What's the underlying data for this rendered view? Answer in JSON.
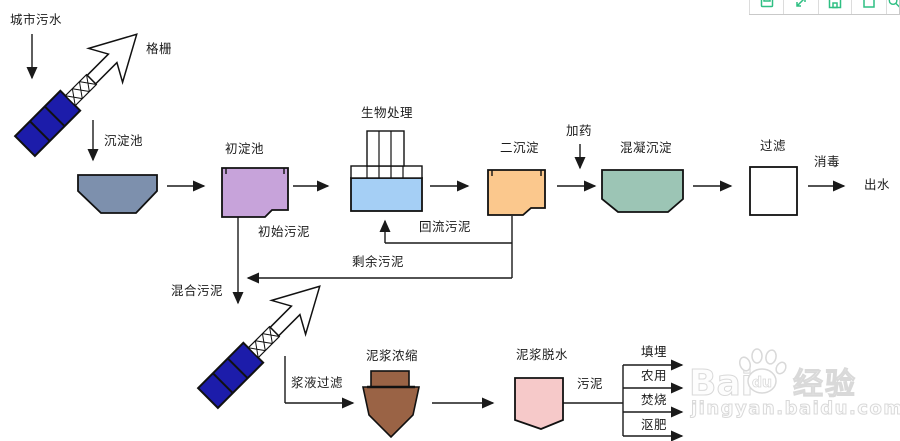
{
  "toolbar": {
    "accent": "#2fbf83",
    "icons": [
      "save-icon",
      "expand-icon",
      "disk-icon",
      "flag-icon",
      "zoom-icon"
    ]
  },
  "diagram": {
    "labels": {
      "urban_sewage": "城市污水",
      "screen": "格栅",
      "sedimentation_tank": "沉淀池",
      "primary_sedimentation": "初淀池",
      "biological_treatment": "生物处理",
      "secondary_sedimentation": "二沉淀",
      "dosing": "加药",
      "coagulation_sedimentation": "混凝沉淀",
      "filtration": "过滤",
      "disinfection": "消毒",
      "effluent": "出水",
      "initial_sludge": "初始污泥",
      "return_sludge": "回流污泥",
      "excess_sludge": "剩余污泥",
      "mixed_sludge": "混合污泥",
      "slurry_filtration": "浆液过滤",
      "slurry_thickening": "泥浆浓缩",
      "slurry_dewatering": "泥浆脱水",
      "sludge": "污泥",
      "landfill": "填埋",
      "agricultural_use": "农用",
      "incineration": "焚烧",
      "composting": "沤肥"
    },
    "colors": {
      "screen_body": "#1c1caa",
      "sedimentation_tank": "#7d90ad",
      "primary_sedimentation": "#c7a3da",
      "biological_treatment": "#a5cff5",
      "secondary_sedimentation": "#fbc88d",
      "coagulation_sedimentation": "#9cc5b5",
      "filtration": "#ffffff",
      "slurry_thickening": "#9a6345",
      "slurry_dewatering": "#f6c9c9",
      "line": "#1a1a1a"
    }
  },
  "watermark": {
    "brand_left": "Bai",
    "brand_right": "du",
    "suffix": "经验",
    "url": "jingyan.baidu.com"
  }
}
